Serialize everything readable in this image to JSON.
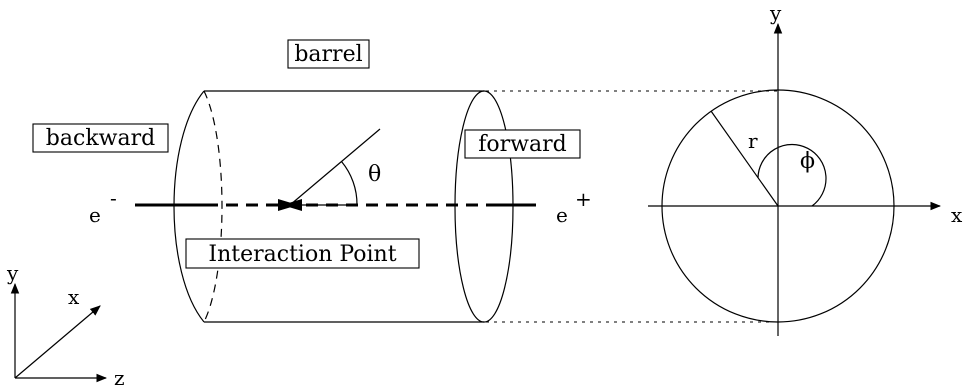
{
  "labels": {
    "barrel": "barrel",
    "backward": "backward",
    "forward": "forward",
    "interaction_point": "Interaction Point",
    "electron": "e",
    "electron_charge": "-",
    "positron": "e",
    "positron_charge": "+",
    "theta": "θ",
    "phi": "ϕ",
    "radius": "r"
  },
  "axes": {
    "transverse_x": "x",
    "transverse_y": "y",
    "corner_x": "x",
    "corner_y": "y",
    "corner_z": "z"
  }
}
